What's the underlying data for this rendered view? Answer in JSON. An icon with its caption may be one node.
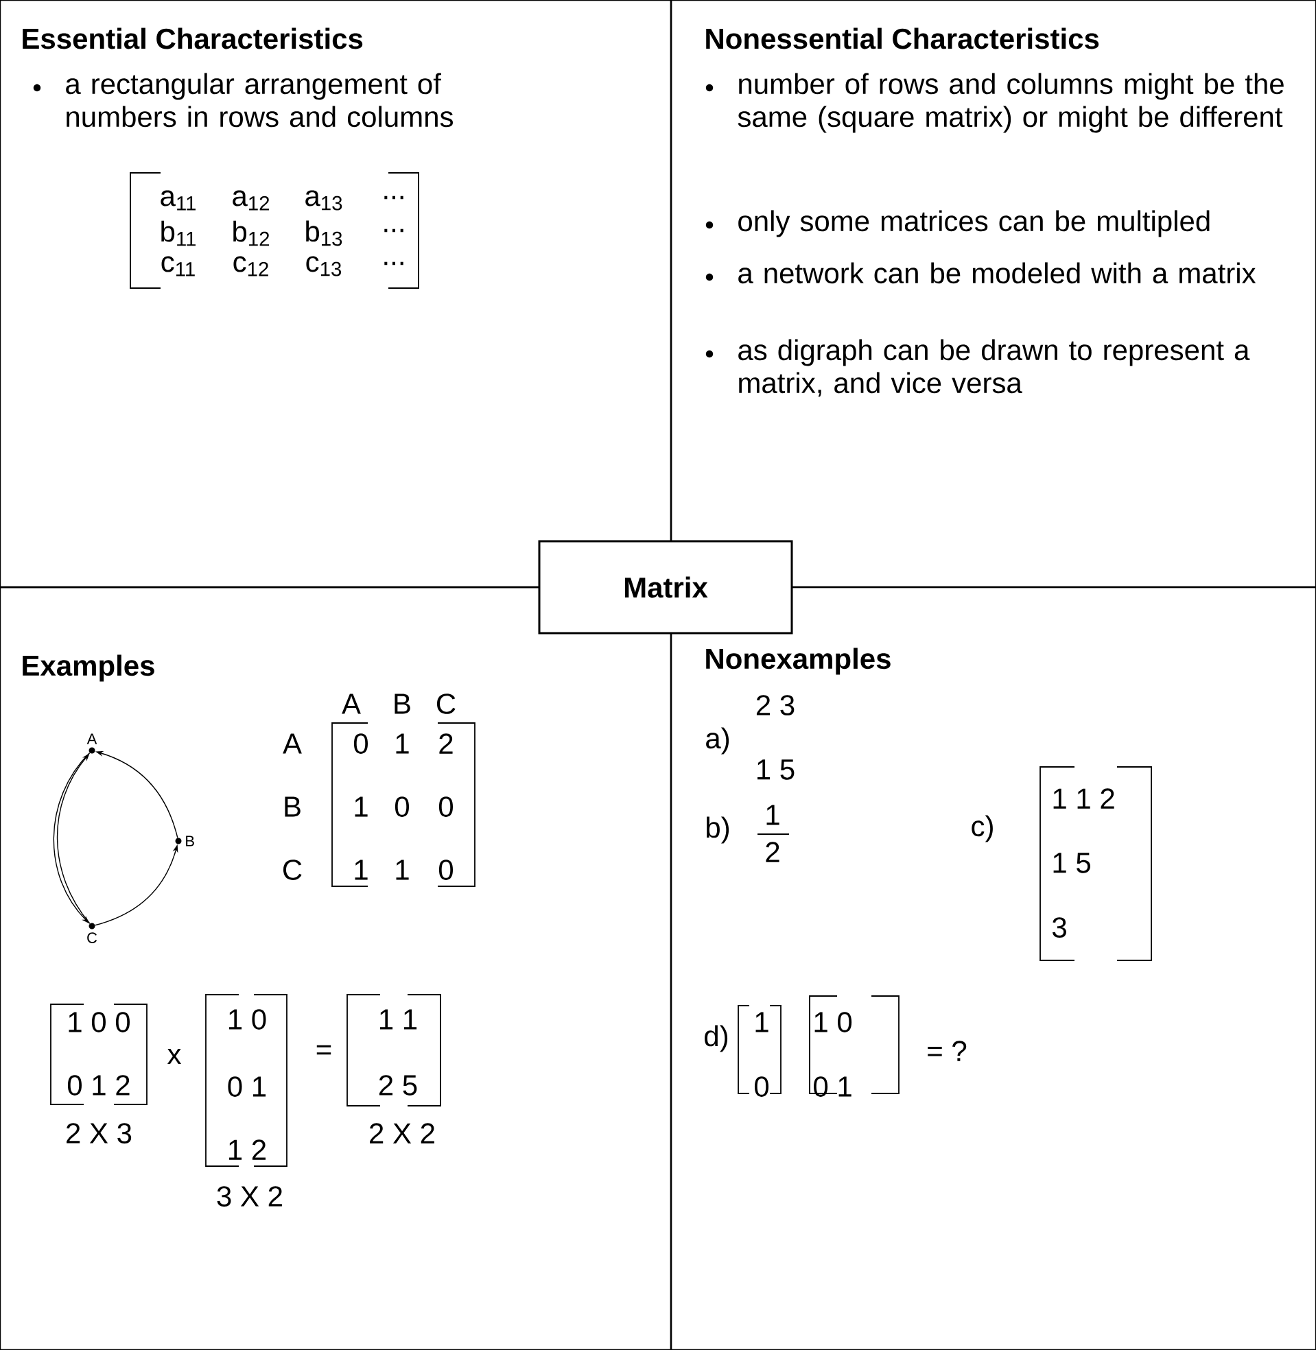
{
  "diagram": {
    "nodes": [
      {
        "text": [
          "Essential Characteristics",
          "a rectangular arrangement of numbers in rows and columns"
        ]
      },
      {
        "text": [
          "Nonessential Characteristics",
          "number of rows and columns might be the same (square matrix) or might be different",
          "only some matrices can be multipled",
          "a network can be modeled with a matrix",
          "as digraph can be drawn to represent a matrix, and vice versa"
        ]
      },
      {
        "text": [
          "Examples"
        ]
      },
      {
        "text": [
          "Nonexamples"
        ]
      },
      {
        "text": [
          "Matrix"
        ]
      },
      {
        "text": [
          "A"
        ],
        "in": 2
      },
      {
        "text": [
          "B"
        ],
        "in": 2
      },
      {
        "text": [
          "C"
        ],
        "in": 2
      }
    ],
    "edges": [
      {
        "from": 5,
        "to": 7,
        "arrow": "to"
      },
      {
        "from": 7,
        "to": 5,
        "arrow": "to"
      },
      {
        "from": 6,
        "to": 5,
        "arrow": "to"
      },
      {
        "from": 7,
        "to": 6,
        "arrow": "to"
      }
    ],
    "labels": [
      "a$_{11}$",
      "a$_{12}$",
      "a$_{13}$",
      "...",
      "b$_{11}$",
      "b$_{12}$",
      "b$_{13}$",
      "...",
      "c$_{11}$",
      "c$_{12}$",
      "c$_{13}$",
      "...",
      "A",
      "B",
      "C",
      "A",
      "0",
      "1",
      "2",
      "B",
      "1",
      "0",
      "0",
      "C",
      "1",
      "1",
      "0",
      "1 0 0",
      "x",
      "1 0",
      "=",
      "1 1",
      "0 1 2",
      "0 1",
      "2 5",
      "2 X 3",
      "2 X 2",
      "1 2",
      "3 X 2",
      "2 3",
      "a)",
      "1 5",
      "b)",
      "1",
      "2",
      "c)",
      "1 1 2",
      "1 5",
      "3",
      "d)",
      "1",
      "1 0",
      "= ?",
      "0",
      "0 1"
    ]
  }
}
